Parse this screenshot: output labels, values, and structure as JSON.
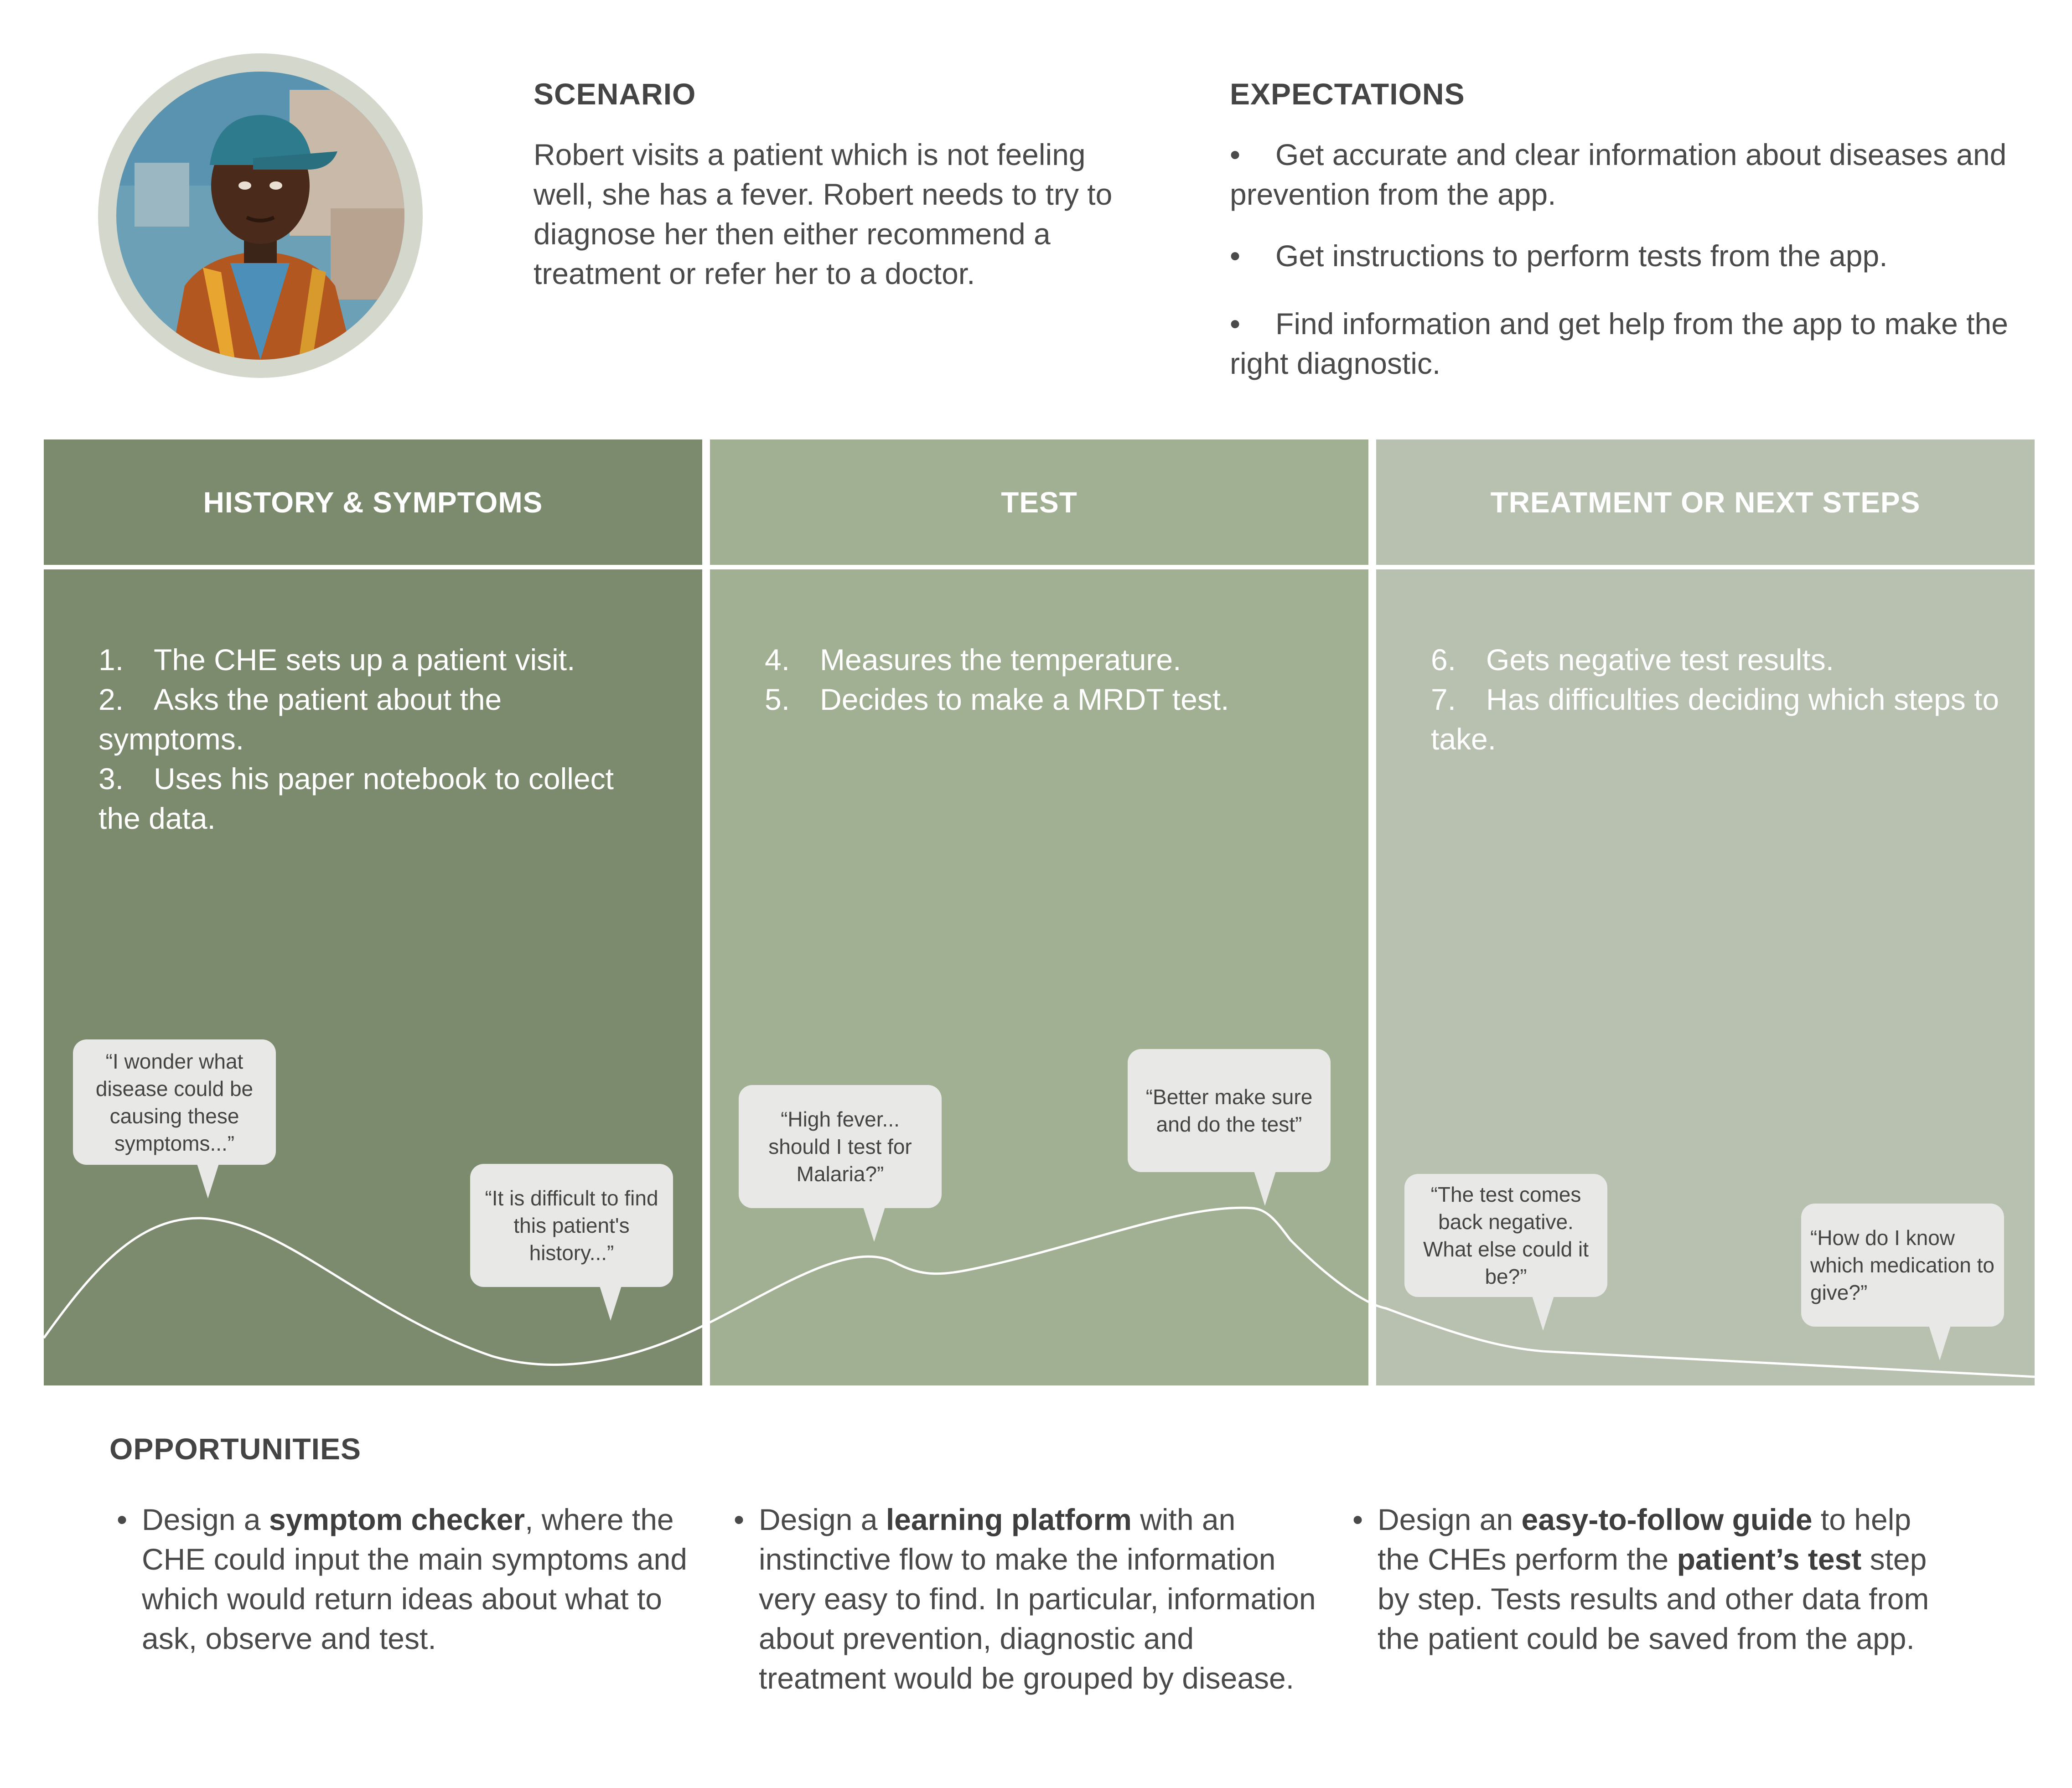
{
  "scenario": {
    "title": "SCENARIO",
    "text": "Robert visits a patient which is not feeling well, she has a fever. Robert needs to try to diagnose her then either recommend a treatment or refer her to a doctor."
  },
  "expectations": {
    "title": "EXPECTATIONS",
    "bullet": "•",
    "items": [
      "Get accurate and clear information about diseases and prevention from the app.",
      "Get instructions to perform tests from the app.",
      "Find information and get help from the app to make the right diagnostic."
    ]
  },
  "columns": [
    {
      "title": "HISTORY & SYMPTOMS",
      "color": "#7c8a6d",
      "steps": [
        "1. The CHE sets up a patient visit.",
        "2. Asks the patient about the symptoms.",
        "3. Uses his paper notebook to collect the data."
      ]
    },
    {
      "title": "TEST",
      "color": "#a1b093",
      "steps": [
        "4. Measures the temperature.",
        "5. Decides to make a MRDT test."
      ]
    },
    {
      "title": "TREATMENT OR NEXT STEPS",
      "color": "#b8c0b0",
      "steps": [
        "6. Gets negative test results.",
        "7. Has difficulties deciding which steps to take."
      ]
    }
  ],
  "quotes": [
    "“I wonder what disease could be causing these symptoms...”",
    "“It is difficult to find this patient's history...”",
    "“High fever... should I test for Malaria?”",
    "“Better make sure and do the test”",
    "“The test comes back negative. What else could it be?”",
    "“How do I know which medication to give?”"
  ],
  "opportunities": {
    "title": "OPPORTUNITIES",
    "bullet": "•",
    "items": [
      {
        "pre": "Design a ",
        "bold": "symptom checker",
        "post": ", where the CHE could input the main symptoms and which would return ideas about what to ask, observe and test."
      },
      {
        "pre": "Design a ",
        "bold": "learning platform",
        "post": " with an instinctive flow to make the information very easy to find. In particular, information about prevention, diagnostic and treatment would be grouped by disease."
      },
      {
        "pre": " Design an ",
        "bold": "easy-to-follow guide",
        "mid": " to help the CHEs perform the ",
        "bold2": "patient’s test",
        "post": " step by step. Tests results and other data from the patient could be saved from the app."
      }
    ]
  },
  "colors": {
    "white_text": "#ffffff",
    "bubble": "#e8e8e6",
    "avatar_ring": "#d3d7cc"
  }
}
